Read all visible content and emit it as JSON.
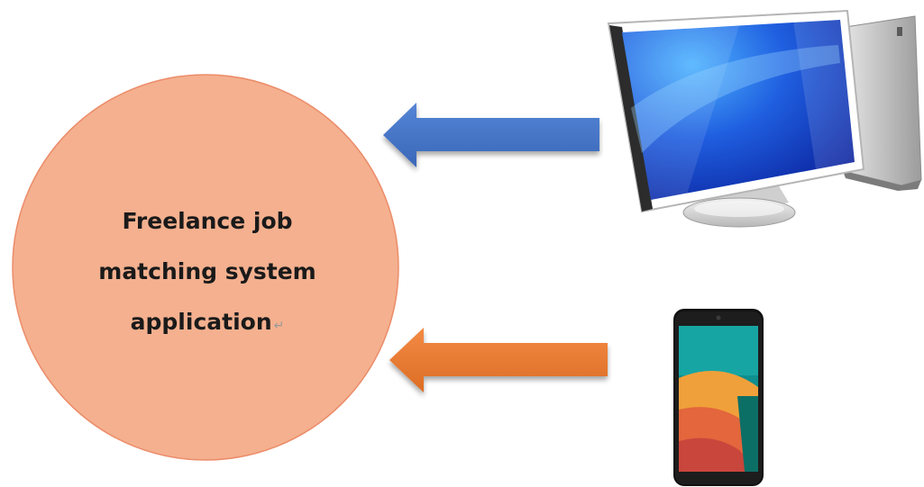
{
  "diagram": {
    "center_node": {
      "lines": [
        "Freelance job",
        "matching system",
        "application"
      ],
      "trailing_mark": "↵",
      "fill_color": "#f4b08f"
    },
    "sources": [
      {
        "icon": "desktop-computer-icon",
        "arrow_color": "#4472c4"
      },
      {
        "icon": "smartphone-icon",
        "arrow_color": "#ed7d31"
      }
    ]
  }
}
